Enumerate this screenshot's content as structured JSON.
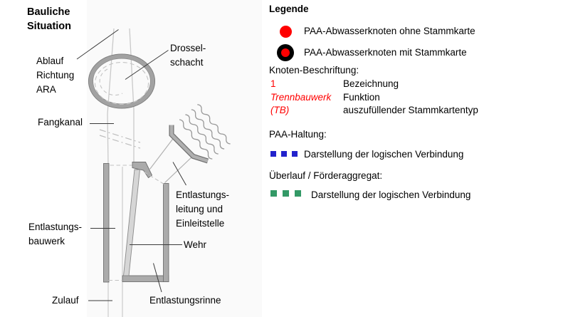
{
  "diagram": {
    "title": "Bauliche\nSituation",
    "labels": {
      "ablauf": "Ablauf\nRichtung\nARA",
      "drosselschacht": "Drossel-\nschacht",
      "fangkanal": "Fangkanal",
      "entlastungsbauwerk": "Entlastungs-\nbauwerk",
      "entlastungsleitung": "Entlastungs-\nleitung und\nEinleitstelle",
      "wehr": "Wehr",
      "entlastungsrinne": "Entlastungsrinne",
      "zulauf": "Zulauf"
    },
    "colors": {
      "structure_fill": "#ababab",
      "structure_stroke": "#6f6f6f",
      "weir_fill": "#d6d6d6",
      "channel_line": "#c9c9c9"
    }
  },
  "legend": {
    "title": "Legende",
    "nodes": [
      {
        "symbol": "paa-node-without-card",
        "label": "PAA-Abwasserknoten ohne Stammkarte"
      },
      {
        "symbol": "paa-node-with-card",
        "label": "PAA-Abwasserknoten mit Stammkarte"
      }
    ],
    "node_label_section": {
      "heading": "Knoten-Beschriftung:",
      "rows": [
        {
          "sample": "1",
          "description": "Bezeichnung"
        },
        {
          "sample": "Trennbauwerk",
          "description": "Funktion"
        },
        {
          "sample": "(TB)",
          "description": "auszufüllender Stammkartentyp"
        }
      ]
    },
    "paa_haltung": {
      "heading": "PAA-Haltung:",
      "description": "Darstellung der logischen Verbindung",
      "color": "#2222cc"
    },
    "ueberlauf": {
      "heading": "Überlauf / Förderaggregat:",
      "description": "Darstellung der logischen Verbindung",
      "color": "#339966"
    },
    "colors": {
      "node_red": "#ff0000",
      "ring_black": "#000000"
    }
  }
}
